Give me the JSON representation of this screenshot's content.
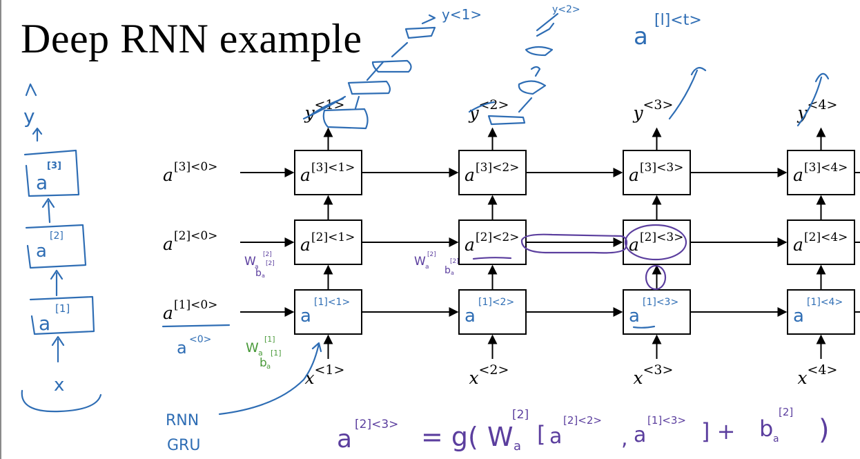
{
  "slide": {
    "title": "Deep RNN example"
  },
  "diagram": {
    "layers": 3,
    "timesteps": 4,
    "initial_activations": [
      {
        "base": "a",
        "sup": "[1]<0>"
      },
      {
        "base": "a",
        "sup": "[2]<0>"
      },
      {
        "base": "a",
        "sup": "[3]<0>"
      }
    ],
    "cells": [
      [
        {
          "base": "a",
          "sup": "[1]<1>",
          "handwritten": true
        },
        {
          "base": "a",
          "sup": "[1]<2>",
          "handwritten": true
        },
        {
          "base": "a",
          "sup": "[1]<3>",
          "handwritten": true
        },
        {
          "base": "a",
          "sup": "[1]<4>",
          "handwritten": true
        }
      ],
      [
        {
          "base": "a",
          "sup": "[2]<1>"
        },
        {
          "base": "a",
          "sup": "[2]<2>"
        },
        {
          "base": "a",
          "sup": "[2]<3>"
        },
        {
          "base": "a",
          "sup": "[2]<4>"
        }
      ],
      [
        {
          "base": "a",
          "sup": "[3]<1>"
        },
        {
          "base": "a",
          "sup": "[3]<2>"
        },
        {
          "base": "a",
          "sup": "[3]<3>"
        },
        {
          "base": "a",
          "sup": "[3]<4>"
        }
      ]
    ],
    "inputs": [
      {
        "base": "x",
        "sup": "<1>"
      },
      {
        "base": "x",
        "sup": "<2>"
      },
      {
        "base": "x",
        "sup": "<3>"
      },
      {
        "base": "x",
        "sup": "<4>"
      }
    ],
    "outputs": [
      {
        "base": "y",
        "sup": "<1>"
      },
      {
        "base": "y",
        "sup": "<2>"
      },
      {
        "base": "y",
        "sup": "<3>"
      },
      {
        "base": "y",
        "sup": "<4>"
      }
    ]
  },
  "annotations": {
    "top_notation": {
      "base": "a",
      "sup": "[l]<t>"
    },
    "y1_extension": "y<1>",
    "y2_extension": "y<2>",
    "a0_note": {
      "base": "a",
      "sup": "<0>"
    },
    "layer1_params": {
      "w": "W",
      "w_sub": "a",
      "w_sup": "[1]",
      "b": "b",
      "b_sub": "a",
      "b_sup": "[1]"
    },
    "layer2_params_col1": {
      "w": "W",
      "w_sub": "a",
      "w_sup": "[2]",
      "b": "b",
      "b_sub": "a",
      "b_sup": "[2]"
    },
    "layer2_params_col2": {
      "w": "W",
      "w_sub": "a",
      "w_sup": "[2]",
      "b": "b",
      "b_sub": "a",
      "b_sup": "[2]"
    },
    "cell_types": [
      "RNN",
      "GRU"
    ],
    "equation": {
      "lhs_base": "a",
      "lhs_sup": "[2]<3>",
      "eq": "= g(",
      "w": "W",
      "w_sub": "a",
      "w_sup": "[2]",
      "open": "[",
      "t1_base": "a",
      "t1_sup": "[2]<2>",
      "comma": ",",
      "t2_base": "a",
      "t2_sup": "[1]<3>",
      "close": "] +",
      "b": "b",
      "b_sub": "a",
      "b_sup": "[2]",
      "end": ")"
    },
    "sidebar_stack": {
      "output": "y",
      "cells": [
        {
          "base": "a",
          "sup": "[3]"
        },
        {
          "base": "a",
          "sup": "[2]"
        },
        {
          "base": "a",
          "sup": "[1]"
        }
      ],
      "input": "x"
    }
  },
  "colors": {
    "ink_blue": "#2e6db4",
    "ink_purple": "#5b3e9e",
    "ink_green": "#4a9a3a",
    "diagram_black": "#000000",
    "background": "#ffffff"
  }
}
